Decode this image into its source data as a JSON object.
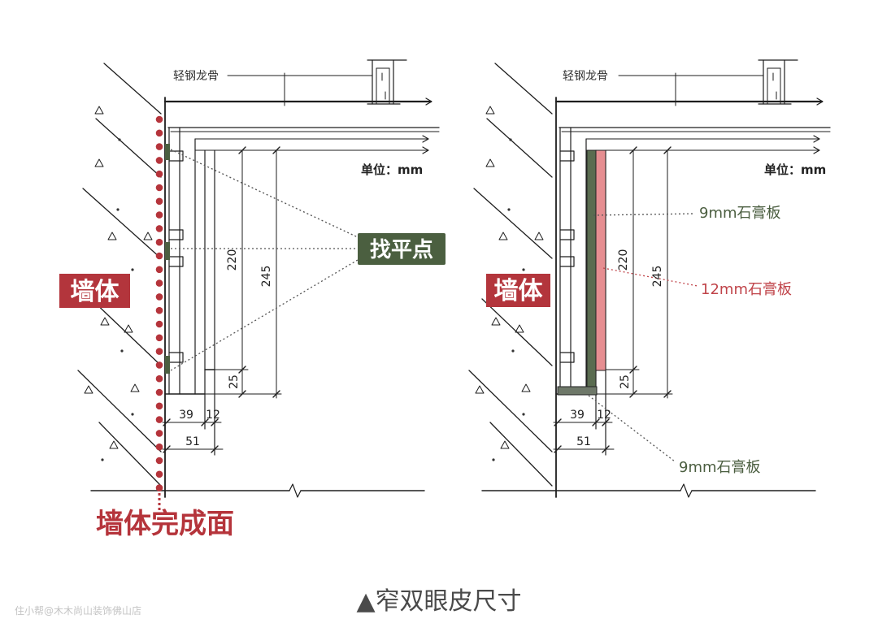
{
  "caption": "▲窄双眼皮尺寸",
  "watermark": "住小帮@木木尚山装饰佛山店",
  "left_diagram": {
    "keel_label": "轻钢龙骨",
    "unit_label": "单位：mm",
    "leveling_point_label": "找平点",
    "wall_label": "墙体",
    "wall_finish_label": "墙体完成面",
    "dimensions": {
      "vertical_inner": "220",
      "vertical_total": "245",
      "vertical_step": "25",
      "horizontal_outer": "39",
      "horizontal_inner": "12",
      "horizontal_total": "51"
    }
  },
  "right_diagram": {
    "keel_label": "轻钢龙骨",
    "unit_label": "单位：mm",
    "wall_label": "墙体",
    "gypsum_board_top_label": "9mm石膏板",
    "gypsum_board_middle_label": "12mm石膏板",
    "gypsum_board_bottom_label": "9mm石膏板",
    "dimensions": {
      "vertical_inner": "220",
      "vertical_total": "245",
      "vertical_step": "25",
      "horizontal_outer": "39",
      "horizontal_inner": "12",
      "horizontal_total": "51"
    }
  },
  "colors": {
    "wall_label_red": "#b3353c",
    "wall_finish_red": "#b5343b",
    "leveling_green": "#4b5f40",
    "board_9mm_green": "#5a6c50",
    "board_12mm_pink": "#e68e91",
    "board_bottom_gray": "#6e7869",
    "label_9mm_text": "#4b5e40",
    "label_12mm_text": "#c0444a",
    "caption_gray": "#4a4a4a"
  }
}
